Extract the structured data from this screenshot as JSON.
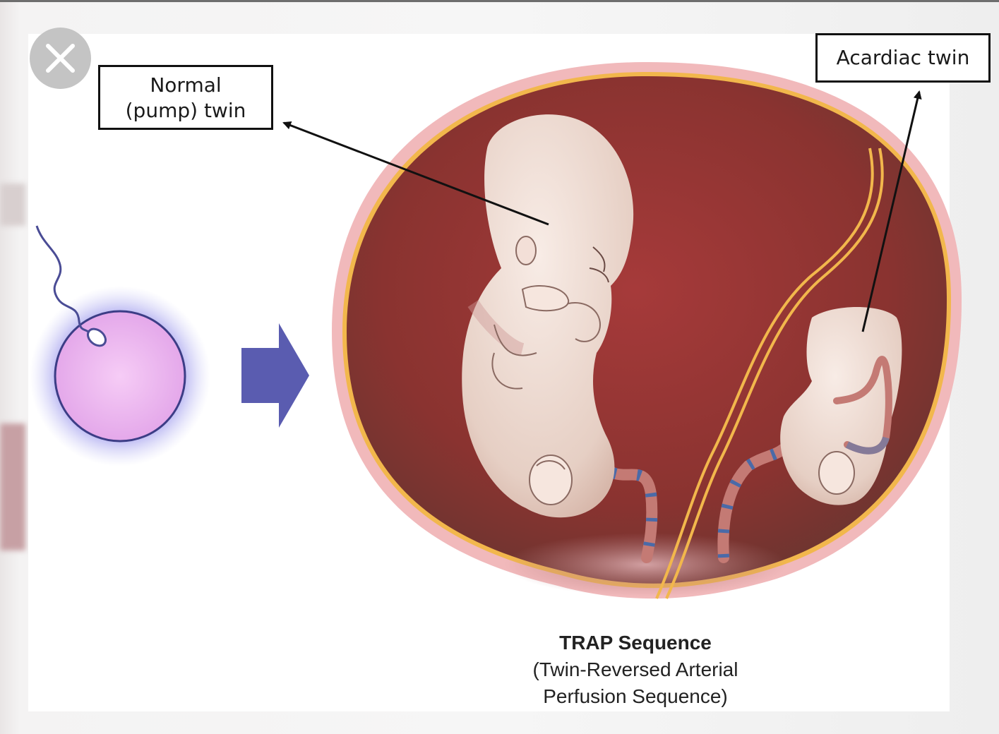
{
  "labels": {
    "normal_line1": "Normal",
    "normal_line2": "(pump) twin",
    "acardiac": "Acardiac twin"
  },
  "caption": {
    "title": "TRAP Sequence",
    "subtitle_line1": "(Twin-Reversed Arterial",
    "subtitle_line2": "Perfusion Sequence)"
  },
  "icons": {
    "close": "close-icon",
    "arrow": "right-arrow-icon"
  },
  "colors": {
    "amniotic_fluid": "#8e3535",
    "membrane": "#f2b84f",
    "uterine_wall": "#f0b6b8",
    "fetus_skin": "#eed8cc",
    "egg": "#e8b3ef",
    "egg_halo": "#b6b3f2",
    "arrow": "#5a5cb0",
    "cord": "#c47a74",
    "cord_stripe": "#4a6aa8"
  }
}
